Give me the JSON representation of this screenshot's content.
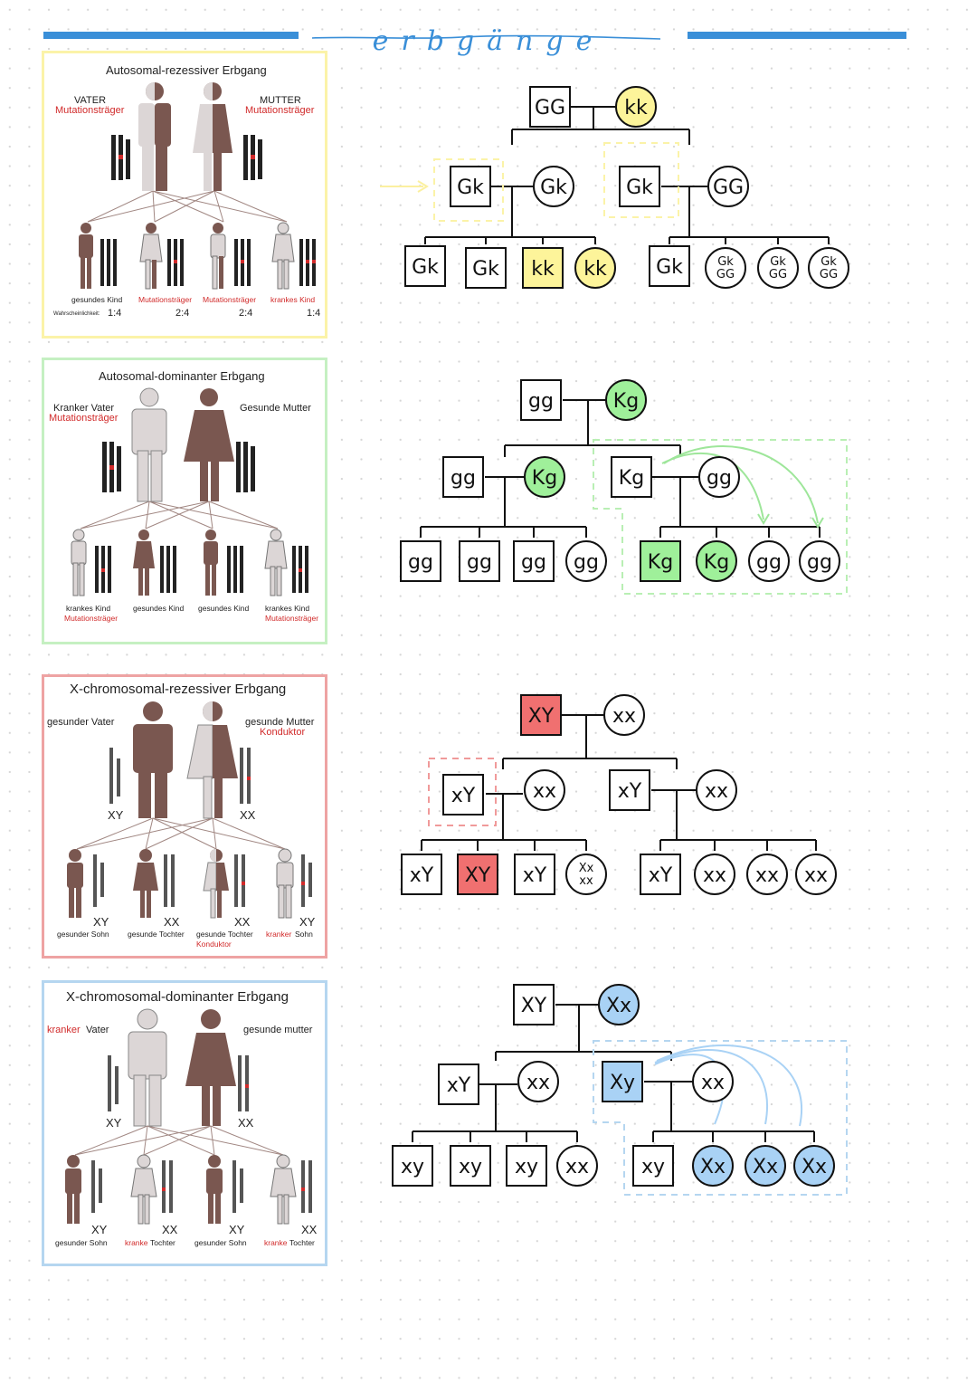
{
  "header": {
    "title": "erbgänge",
    "accent_color": "#3a8fd8"
  },
  "colors": {
    "yellow_frame": "#fbf3a8",
    "green_frame": "#c5f0c2",
    "red_frame": "#eea3a3",
    "blue_frame": "#b5d6f0",
    "yellow_fill": "#fdf49a",
    "green_fill": "#9ff09a",
    "red_fill": "#f07070",
    "blue_fill": "#a9d2f5",
    "affected_brown": "#7a5750",
    "healthy_grey": "#dcd6d6"
  },
  "panels": [
    {
      "id": "ar",
      "title": "Autosomal-rezessiver Erbgang",
      "father_label": "VATER",
      "father_sub": "Mutationsträger",
      "mother_label": "MUTTER",
      "mother_sub": "Mutationsträger",
      "children": [
        {
          "label": "gesundes Kind",
          "sub": "",
          "ratio": "1:4"
        },
        {
          "label": "",
          "sub": "Mutationsträger",
          "ratio": "2:4"
        },
        {
          "label": "",
          "sub": "Mutationsträger",
          "ratio": "2:4"
        },
        {
          "label": "",
          "sub": "krankes Kind",
          "ratio": "1:4"
        }
      ],
      "probability_label": "Wahrscheinlichkeit:"
    },
    {
      "id": "ad",
      "title": "Autosomal-dominanter Erbgang",
      "father_label": "Kranker Vater",
      "father_sub": "Mutationsträger",
      "mother_label": "Gesunde Mutter",
      "mother_sub": "",
      "children": [
        {
          "label": "krankes Kind",
          "sub": "Mutationsträger"
        },
        {
          "label": "gesundes Kind",
          "sub": ""
        },
        {
          "label": "gesundes Kind",
          "sub": ""
        },
        {
          "label": "krankes Kind",
          "sub": "Mutationsträger"
        }
      ]
    },
    {
      "id": "xr",
      "title": "X-chromosomal-rezessiver Erbgang",
      "father_label": "gesunder Vater",
      "father_sub": "",
      "mother_label": "gesunde Mutter",
      "mother_sub": "Konduktor",
      "father_chrom": "XY",
      "mother_chrom": "XX",
      "children": [
        {
          "chrom": "XY",
          "label": "gesunder Sohn",
          "red": "",
          "sub": ""
        },
        {
          "chrom": "XX",
          "label": "gesunde Tochter",
          "red": "",
          "sub": ""
        },
        {
          "chrom": "XX",
          "label": "gesunde Tochter",
          "red": "",
          "sub": "Konduktor"
        },
        {
          "chrom": "XY",
          "label": "Sohn",
          "red": "kranker",
          "sub": ""
        }
      ]
    },
    {
      "id": "xd",
      "title": "X-chromosomal-dominanter Erbgang",
      "father_label": "Vater",
      "father_red": "kranker",
      "mother_label": "gesunde mutter",
      "mother_sub": "",
      "father_chrom": "XY",
      "mother_chrom": "XX",
      "children": [
        {
          "chrom": "XY",
          "label": "gesunder Sohn",
          "red": ""
        },
        {
          "chrom": "XX",
          "label": "Tochter",
          "red": "kranke"
        },
        {
          "chrom": "XY",
          "label": "gesunder Sohn",
          "red": ""
        },
        {
          "chrom": "XX",
          "label": "Tochter",
          "red": "kranke"
        }
      ]
    }
  ],
  "pedigrees": [
    {
      "id": "ped1",
      "gen1": [
        {
          "shape": "square",
          "text": "GG",
          "fill": ""
        },
        {
          "shape": "circle",
          "text": "kk",
          "fill": "yellow"
        }
      ],
      "gen2": [
        {
          "shape": "square",
          "text": "Gk",
          "fill": ""
        },
        {
          "shape": "circle",
          "text": "Gk",
          "fill": ""
        },
        {
          "shape": "square",
          "text": "Gk",
          "fill": ""
        },
        {
          "shape": "circle",
          "text": "GG",
          "fill": ""
        }
      ],
      "gen3_left": [
        {
          "shape": "square",
          "text": "Gk",
          "fill": ""
        },
        {
          "shape": "square",
          "text": "Gk",
          "fill": ""
        },
        {
          "shape": "square",
          "text": "kk",
          "fill": "yellow"
        },
        {
          "shape": "circle",
          "text": "kk",
          "fill": "yellow"
        }
      ],
      "gen3_right": [
        {
          "shape": "square",
          "text": "Gk",
          "fill": ""
        },
        {
          "shape": "circle",
          "text": "Gk GG",
          "fill": ""
        },
        {
          "shape": "circle",
          "text": "Gk GG",
          "fill": ""
        },
        {
          "shape": "circle",
          "text": "Gk GG",
          "fill": ""
        }
      ]
    },
    {
      "id": "ped2",
      "gen1": [
        {
          "shape": "square",
          "text": "gg",
          "fill": ""
        },
        {
          "shape": "circle",
          "text": "Kg",
          "fill": "green"
        }
      ],
      "gen2": [
        {
          "shape": "square",
          "text": "gg",
          "fill": ""
        },
        {
          "shape": "circle",
          "text": "Kg",
          "fill": "green"
        },
        {
          "shape": "square",
          "text": "Kg",
          "fill": ""
        },
        {
          "shape": "circle",
          "text": "gg",
          "fill": ""
        }
      ],
      "gen3_left": [
        {
          "shape": "square",
          "text": "gg",
          "fill": ""
        },
        {
          "shape": "square",
          "text": "gg",
          "fill": ""
        },
        {
          "shape": "square",
          "text": "gg",
          "fill": ""
        },
        {
          "shape": "circle",
          "text": "gg",
          "fill": ""
        }
      ],
      "gen3_right": [
        {
          "shape": "square",
          "text": "Kg",
          "fill": "green"
        },
        {
          "shape": "circle",
          "text": "Kg",
          "fill": "green"
        },
        {
          "shape": "circle",
          "text": "gg",
          "fill": ""
        },
        {
          "shape": "circle",
          "text": "gg",
          "fill": ""
        }
      ]
    },
    {
      "id": "ped3",
      "gen1": [
        {
          "shape": "square",
          "text": "XY",
          "fill": "red"
        },
        {
          "shape": "circle",
          "text": "xx",
          "fill": ""
        }
      ],
      "gen2": [
        {
          "shape": "square",
          "text": "xY",
          "fill": ""
        },
        {
          "shape": "circle",
          "text": "xx",
          "fill": ""
        },
        {
          "shape": "square",
          "text": "xY",
          "fill": ""
        },
        {
          "shape": "circle",
          "text": "xx",
          "fill": ""
        }
      ],
      "gen3_left": [
        {
          "shape": "square",
          "text": "xY",
          "fill": ""
        },
        {
          "shape": "square",
          "text": "XY",
          "fill": "red"
        },
        {
          "shape": "square",
          "text": "xY",
          "fill": ""
        },
        {
          "shape": "circle",
          "text": "Xx xx",
          "fill": ""
        }
      ],
      "gen3_right": [
        {
          "shape": "square",
          "text": "xY",
          "fill": ""
        },
        {
          "shape": "circle",
          "text": "xx",
          "fill": ""
        },
        {
          "shape": "circle",
          "text": "xx",
          "fill": ""
        },
        {
          "shape": "circle",
          "text": "xx",
          "fill": ""
        }
      ]
    },
    {
      "id": "ped4",
      "gen1": [
        {
          "shape": "square",
          "text": "XY",
          "fill": ""
        },
        {
          "shape": "circle",
          "text": "Xx",
          "fill": "blue"
        }
      ],
      "gen2": [
        {
          "shape": "square",
          "text": "xY",
          "fill": ""
        },
        {
          "shape": "circle",
          "text": "xx",
          "fill": ""
        },
        {
          "shape": "square",
          "text": "Xy",
          "fill": "blue"
        },
        {
          "shape": "circle",
          "text": "xx",
          "fill": ""
        }
      ],
      "gen3_left": [
        {
          "shape": "square",
          "text": "xy",
          "fill": ""
        },
        {
          "shape": "square",
          "text": "xy",
          "fill": ""
        },
        {
          "shape": "square",
          "text": "xy",
          "fill": ""
        },
        {
          "shape": "circle",
          "text": "xx",
          "fill": ""
        }
      ],
      "gen3_right": [
        {
          "shape": "square",
          "text": "xy",
          "fill": ""
        },
        {
          "shape": "circle",
          "text": "Xx",
          "fill": "blue"
        },
        {
          "shape": "circle",
          "text": "Xx",
          "fill": "blue"
        },
        {
          "shape": "circle",
          "text": "Xx",
          "fill": "blue"
        }
      ]
    }
  ]
}
